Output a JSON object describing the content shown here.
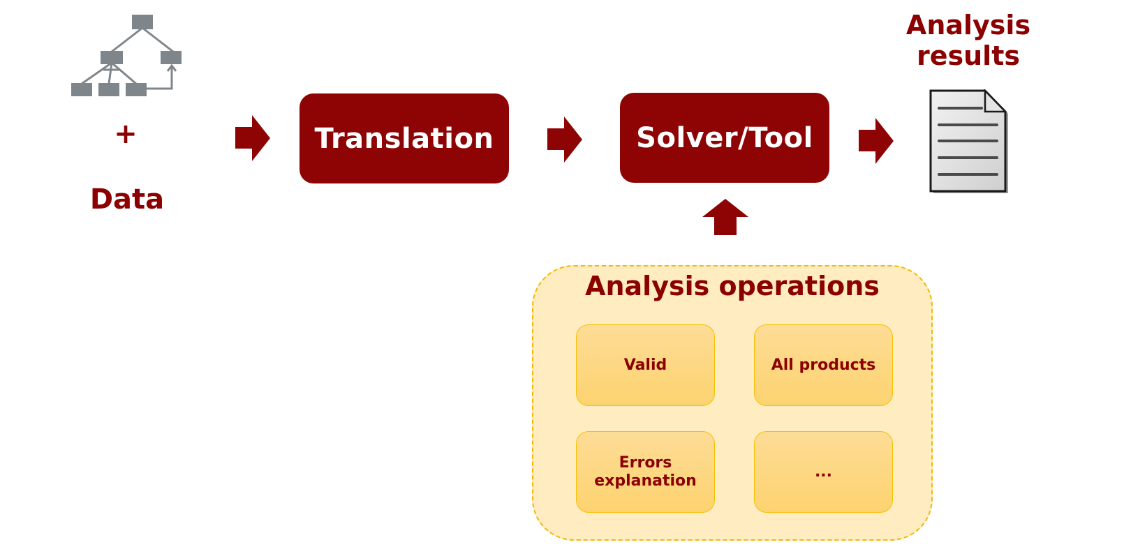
{
  "input": {
    "plus": "+",
    "data_label": "Data"
  },
  "pipeline": {
    "translation_label": "Translation",
    "solver_label": "Solver/Tool"
  },
  "output": {
    "title_line1": "Analysis",
    "title_line2": "results"
  },
  "operations": {
    "title": "Analysis operations",
    "items": [
      {
        "label_line1": "Valid",
        "label_line2": ""
      },
      {
        "label_line1": "All products",
        "label_line2": ""
      },
      {
        "label_line1": "Errors",
        "label_line2": "explanation"
      },
      {
        "label_line1": "...",
        "label_line2": ""
      }
    ]
  },
  "colors": {
    "dark_red": "#8e0404",
    "text_red": "#8b0000",
    "panel_fill": "#ffecc0",
    "panel_border": "#f4b800",
    "tree_gray": "#7f868b"
  },
  "icons": {
    "input_model": "feature-tree-icon",
    "output_doc": "document-icon",
    "flow": "arrow-right-icon",
    "feed": "arrow-up-icon"
  }
}
